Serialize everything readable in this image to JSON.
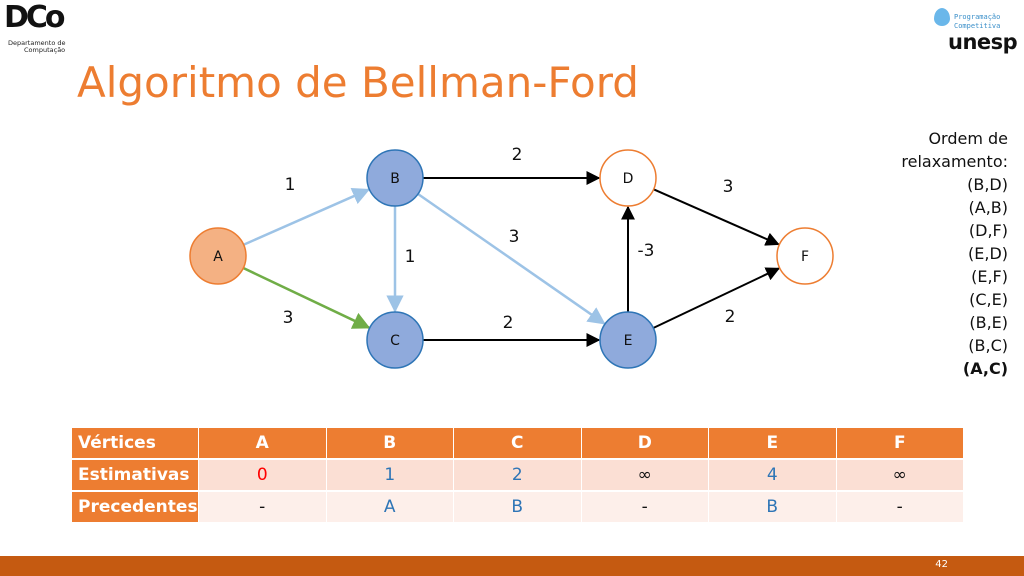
{
  "logos": {
    "left": {
      "mark": "DCo",
      "line1": "Departamento de",
      "line2": "Computação"
    },
    "right": {
      "line1": "Programação",
      "line2": "Competitiva",
      "word": "unesp",
      "icon": "balloon-icon"
    }
  },
  "title": "Algoritmo de Bellman-Ford",
  "order": {
    "header1": "Ordem de",
    "header2": "relaxamento:",
    "items": [
      "(B,D)",
      "(A,B)",
      "(D,F)",
      "(E,D)",
      "(E,F)",
      "(C,E)",
      "(B,E)",
      "(B,C)"
    ],
    "current": "(A,C)"
  },
  "graph": {
    "nodes": [
      {
        "id": "A",
        "style": "source"
      },
      {
        "id": "B",
        "style": "reached"
      },
      {
        "id": "C",
        "style": "reached"
      },
      {
        "id": "D",
        "style": "open"
      },
      {
        "id": "E",
        "style": "reached"
      },
      {
        "id": "F",
        "style": "open"
      }
    ],
    "edges": [
      {
        "from": "A",
        "to": "B",
        "weight": "1",
        "style": "used"
      },
      {
        "from": "A",
        "to": "C",
        "weight": "3",
        "style": "active"
      },
      {
        "from": "B",
        "to": "C",
        "weight": "1",
        "style": "used"
      },
      {
        "from": "B",
        "to": "D",
        "weight": "2",
        "style": "normal"
      },
      {
        "from": "B",
        "to": "E",
        "weight": "3",
        "style": "used"
      },
      {
        "from": "C",
        "to": "E",
        "weight": "2",
        "style": "normal"
      },
      {
        "from": "E",
        "to": "D",
        "weight": "-3",
        "style": "normal"
      },
      {
        "from": "D",
        "to": "F",
        "weight": "3",
        "style": "normal"
      },
      {
        "from": "E",
        "to": "F",
        "weight": "2",
        "style": "normal"
      }
    ],
    "colors": {
      "source_fill": "#f4b183",
      "source_stroke": "#ed7d31",
      "reached_fill": "#8faadc",
      "reached_stroke": "#2e75b6",
      "open_fill": "#ffffff",
      "open_stroke": "#ed7d31",
      "edge_normal": "#000000",
      "edge_used": "#9dc3e6",
      "edge_active": "#70ad47"
    }
  },
  "table": {
    "labels": [
      "Vértices",
      "Estimativas",
      "Precedentes"
    ],
    "vertices": [
      "A",
      "B",
      "C",
      "D",
      "E",
      "F"
    ],
    "estimates": [
      "0",
      "1",
      "2",
      "∞",
      "4",
      "∞"
    ],
    "predecessors": [
      "-",
      "A",
      "B",
      "-",
      "B",
      "-"
    ],
    "colors": {
      "updated": "#ff0000",
      "value": "#2e75b6",
      "plain": "#111111"
    }
  },
  "footer": {
    "page": "42"
  }
}
